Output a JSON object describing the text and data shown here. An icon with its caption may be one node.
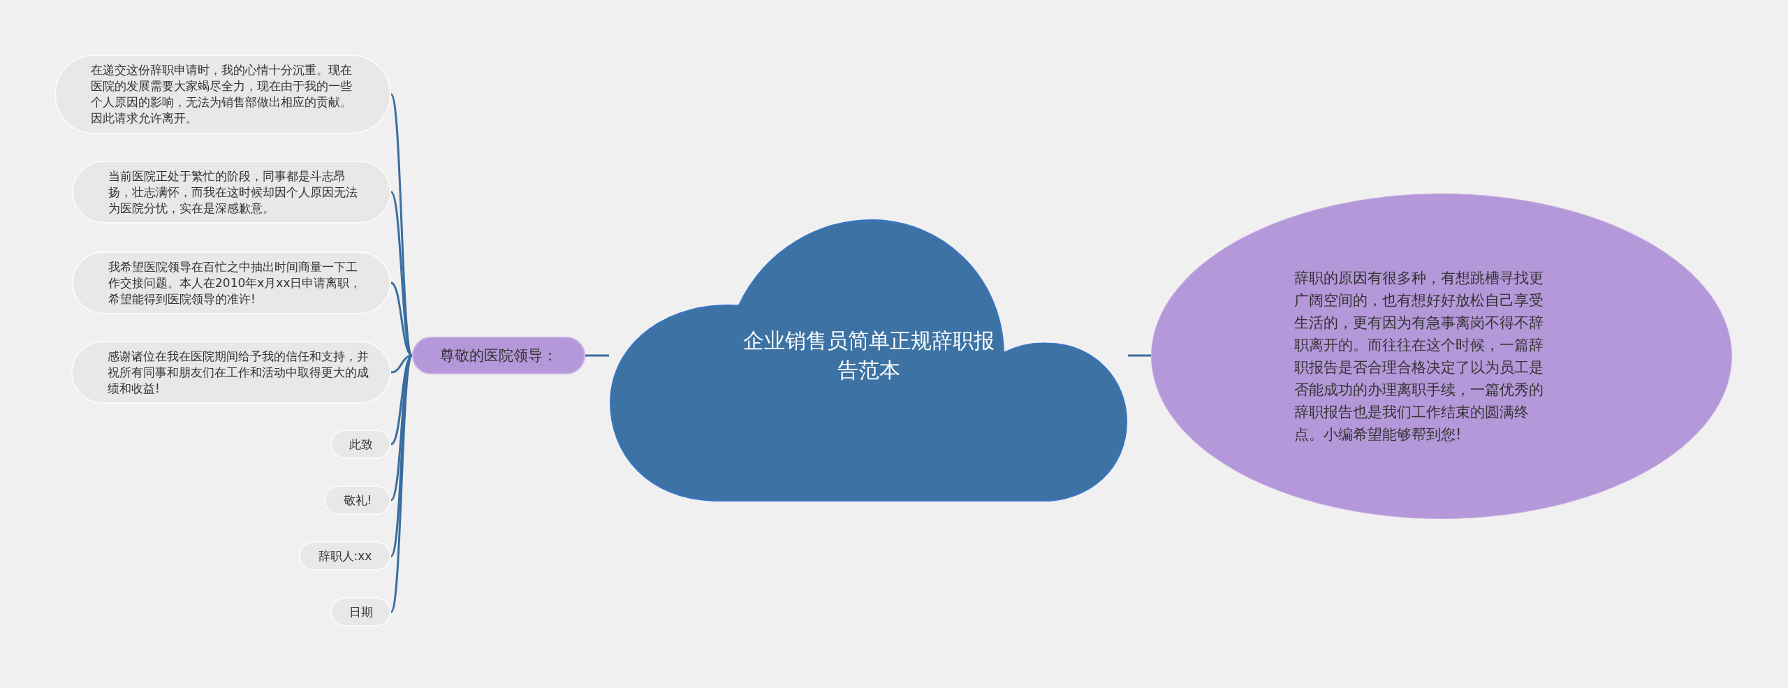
{
  "diagram": {
    "nodes": [
      {
        "text": [
          "企业销售员简单正规辞职报告范本"
        ]
      },
      {
        "text": [
          "尊敬的医院领导："
        ]
      },
      {
        "text": [
          "在递交这份辞职申请时，我的心情十分沉重。现在医院的发展需要大家竭尽全力，现在由于我的一些个人原因的影响，无法为销售部做出相应的贡献。因此请求允许离开。"
        ]
      },
      {
        "text": [
          "当前医院正处于繁忙的阶段，同事都是斗志昂扬，壮志满怀，而我在这时候却因个人原因无法为医院分忧，实在是深感歉意。"
        ]
      },
      {
        "text": [
          "我希望医院领导在百忙之中抽出时间商量一下工作交接问题。本人在2010年x月xx日申请离职，希望能得到医院领导的准许!"
        ]
      },
      {
        "text": [
          "感谢诸位在我在医院期间给予我的信任和支持，并祝所有同事和朋友们在工作和活动中取得更大的成绩和收益!"
        ]
      },
      {
        "text": [
          "此致"
        ]
      },
      {
        "text": [
          "敬礼!"
        ]
      },
      {
        "text": [
          "辞职人:xx"
        ]
      },
      {
        "text": [
          "日期"
        ]
      },
      {
        "text": [
          "辞职的原因有很多种，有想跳槽寻找更广阔空间的，也有想好好放松自己享受生活的，更有因为有急事离岗不得不辞职离开的。而往往在这个时候，一篇辞职报告是否合理合格决定了以为员工是否能成功的办理离职手续，一篇优秀的辞职报告也是我们工作结束的圆满终点。小编希望能够帮到您!"
        ]
      }
    ],
    "edges": [
      {
        "from": 0,
        "to": 1,
        "arrow": "none"
      },
      {
        "from": 1,
        "to": 2,
        "arrow": "none"
      },
      {
        "from": 1,
        "to": 3,
        "arrow": "none"
      },
      {
        "from": 1,
        "to": 4,
        "arrow": "none"
      },
      {
        "from": 1,
        "to": 5,
        "arrow": "none"
      },
      {
        "from": 1,
        "to": 6,
        "arrow": "none"
      },
      {
        "from": 1,
        "to": 7,
        "arrow": "none"
      },
      {
        "from": 1,
        "to": 8,
        "arrow": "none"
      },
      {
        "from": 1,
        "to": 9,
        "arrow": "none"
      },
      {
        "from": 0,
        "to": 10,
        "arrow": "none"
      }
    ]
  }
}
